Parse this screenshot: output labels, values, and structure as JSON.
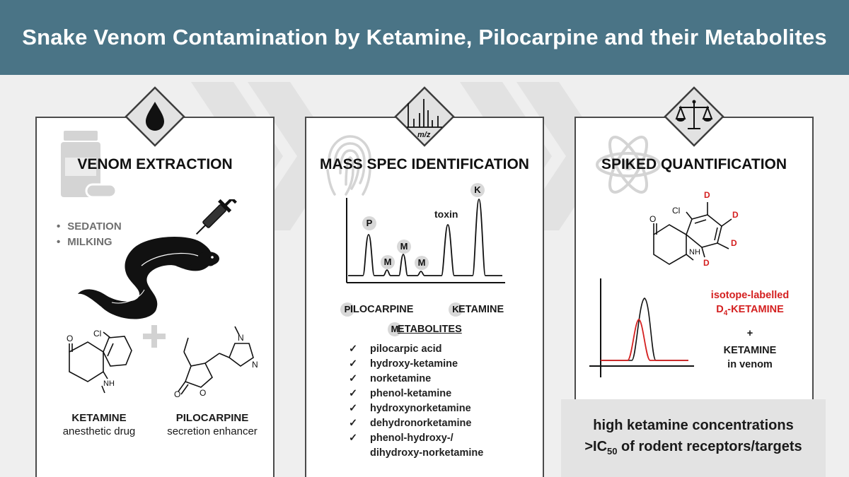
{
  "title": "Snake Venom Contamination by Ketamine, Pilocarpine and their Metabolites",
  "panels": {
    "extraction": {
      "heading": "VENOM EXTRACTION",
      "icon": "drop-icon",
      "bullets": [
        "SEDATION",
        "MILKING"
      ],
      "ketamine": {
        "name": "KETAMINE",
        "desc": "anesthetic drug",
        "atoms": {
          "o": "O",
          "cl": "Cl",
          "nh": "NH"
        }
      },
      "pilocarpine": {
        "name": "PILOCARPINE",
        "desc": "secretion enhancer",
        "atoms": {
          "o1": "O",
          "o2": "O",
          "n1": "N",
          "n2": "N"
        }
      }
    },
    "massspec": {
      "heading": "MASS SPEC IDENTIFICATION",
      "icon_label": "m/z",
      "peak_labels": {
        "p": "P",
        "m1": "M",
        "m2": "M",
        "m3": "M",
        "k": "K",
        "toxin": "toxin"
      },
      "legend": {
        "p_letter": "P",
        "p_rest": "ILOCARPINE",
        "k_letter": "K",
        "k_rest": "ETAMINE",
        "m_letter": "M",
        "m_rest": "ETABOLITES"
      },
      "metabolites": [
        "pilocarpic acid",
        "hydroxy-ketamine",
        "norketamine",
        "phenol-ketamine",
        "hydroxynorketamine",
        "dehydronorketamine",
        "phenol-hydroxy-/\ndihydroxy-norketamine"
      ]
    },
    "quant": {
      "heading": "SPIKED QUANTIFICATION",
      "icon": "scales-icon",
      "structure": {
        "d": "D",
        "o": "O",
        "cl": "Cl",
        "nh": "NH"
      },
      "legend": {
        "line1": "isotope-labelled",
        "line2_prefix": "D",
        "line2_sub": "4",
        "line2_rest": "-KETAMINE",
        "plus": "+",
        "line3": "KETAMINE",
        "line4": "in venom"
      },
      "conclusion": {
        "line1": "high ketamine concentrations",
        "line2_prefix": ">IC",
        "line2_sub": "50",
        "line2_rest": " of rodent receptors/targets"
      },
      "colors": {
        "labelled": "#d42020",
        "native": "#111111"
      }
    }
  },
  "colors": {
    "banner": "#4a7486",
    "band": "#efefef",
    "panel_border": "#4b4b4b",
    "watermark": "#d4d4d4"
  }
}
